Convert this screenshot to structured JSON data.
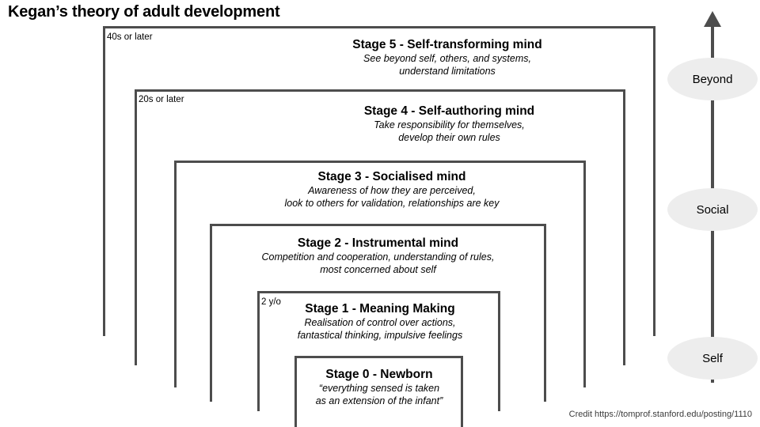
{
  "title": "Kegan’s theory of adult development",
  "colors": {
    "frame_border": "#4d4d4d",
    "axis": "#4d4d4d",
    "node_fill": "#ededed",
    "text": "#000000",
    "background": "#ffffff"
  },
  "stages": [
    {
      "id": "stage-5",
      "age_label": "40s or later",
      "title": "Stage 5 - Self-transforming mind",
      "desc_lines": [
        "See beyond self, others, and systems,",
        "understand limitations"
      ]
    },
    {
      "id": "stage-4",
      "age_label": "20s or later",
      "title": "Stage 4 - Self-authoring mind",
      "desc_lines": [
        "Take responsibility for themselves,",
        "develop their own rules"
      ]
    },
    {
      "id": "stage-3",
      "age_label": "",
      "title": "Stage 3 - Socialised mind",
      "desc_lines": [
        "Awareness of how they are perceived,",
        "look to others for validation, relationships are key"
      ]
    },
    {
      "id": "stage-2",
      "age_label": "",
      "title": "Stage 2 - Instrumental mind",
      "desc_lines": [
        "Competition and cooperation, understanding of rules,",
        "most concerned about self"
      ]
    },
    {
      "id": "stage-1",
      "age_label": "2 y/o",
      "title": "Stage 1 - Meaning Making",
      "desc_lines": [
        "Realisation of control over actions,",
        "fantastical thinking, impulsive feelings"
      ]
    },
    {
      "id": "stage-0",
      "age_label": "",
      "title": "Stage 0 - Newborn",
      "desc_lines": [
        "“everything sensed is taken",
        "as an extension of the infant”"
      ]
    }
  ],
  "axis": {
    "direction": "upward",
    "nodes": [
      {
        "label": "Beyond"
      },
      {
        "label": "Social"
      },
      {
        "label": "Self"
      }
    ]
  },
  "credit": "Credit https://tomprof.stanford.edu/posting/1110"
}
